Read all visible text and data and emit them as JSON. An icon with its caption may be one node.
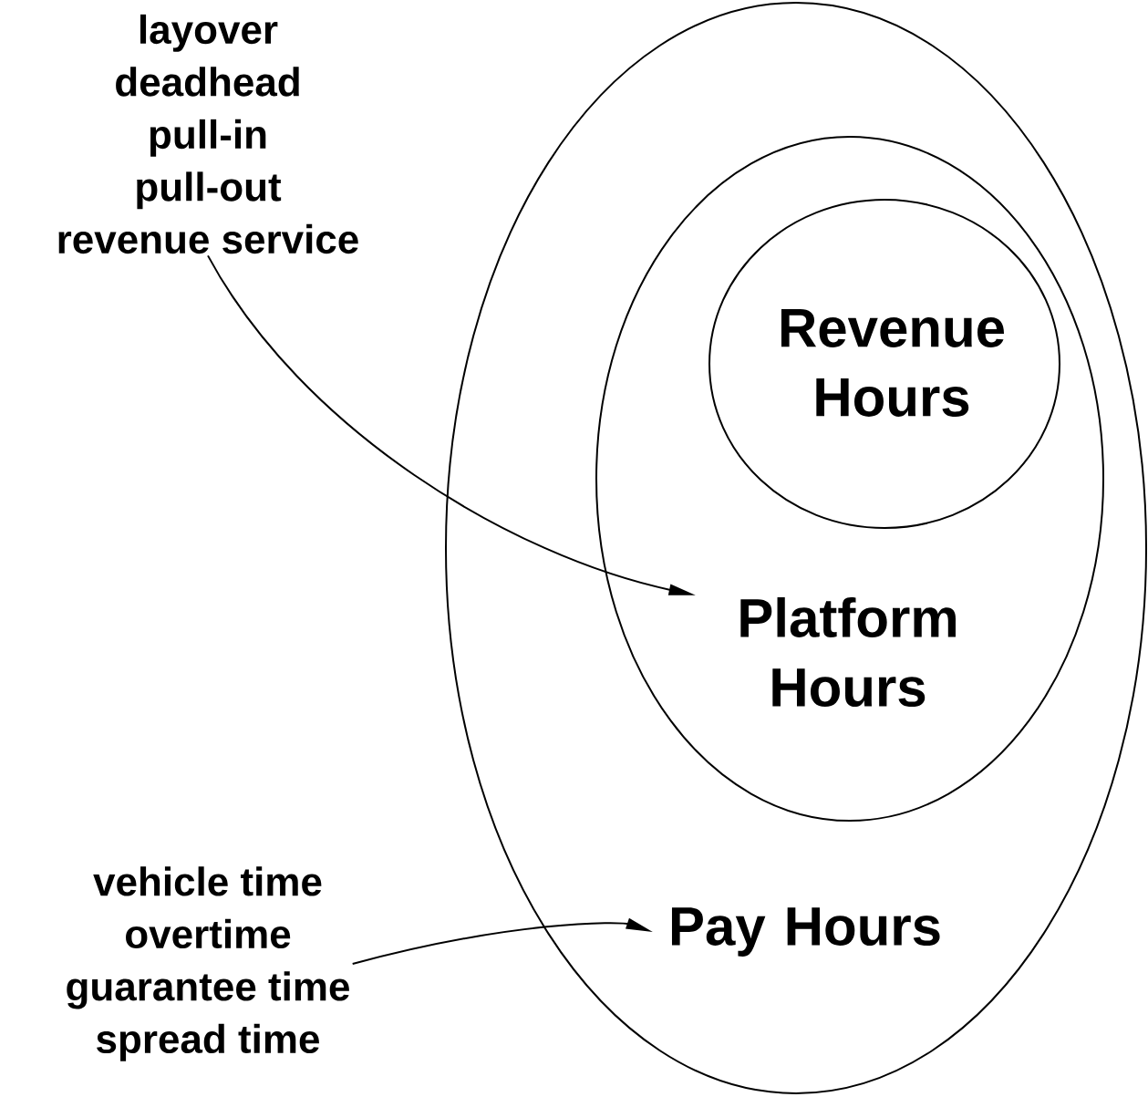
{
  "diagram": {
    "nodes": [
      {
        "text": [
          "Pay Hours"
        ]
      },
      {
        "text": [
          "Platform Hours"
        ],
        "in": 0
      },
      {
        "text": [
          "Revenue Hours"
        ],
        "in": 1
      },
      {
        "text": [
          "layover",
          "deadhead",
          "pull-in",
          "pull-out",
          "revenue service"
        ]
      },
      {
        "text": [
          "vehicle time",
          "overtime",
          "guarantee time",
          "spread time"
        ]
      }
    ],
    "edges": [
      {
        "from": 3,
        "to": 1,
        "arrow": "to"
      },
      {
        "from": 4,
        "to": 0,
        "arrow": "to"
      }
    ]
  }
}
